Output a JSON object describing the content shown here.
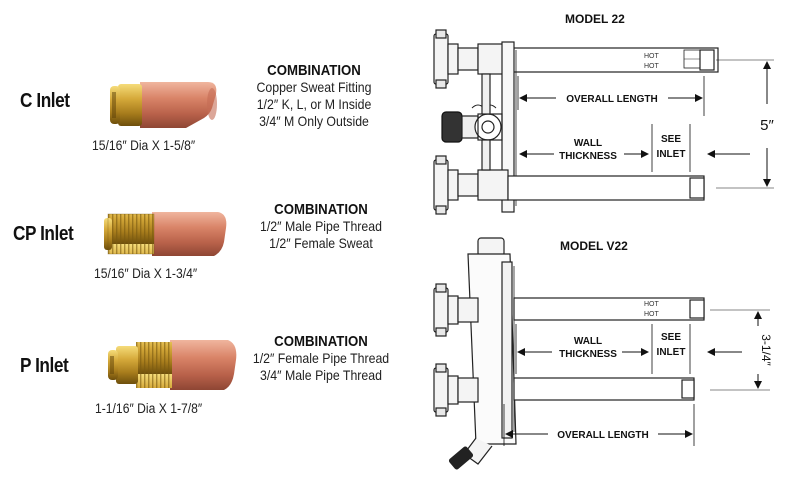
{
  "inlets": [
    {
      "name": "C Inlet",
      "dims": "15/16″ Dia X 1-5/8″",
      "combo_title": "COMBINATION",
      "combo_lines": [
        "Copper Sweat Fitting",
        "1/2″ K, L, or M Inside",
        "3/4″ M Only Outside"
      ]
    },
    {
      "name": "CP Inlet",
      "dims": "15/16″ Dia X 1-3/4″",
      "combo_title": "COMBINATION",
      "combo_lines": [
        "1/2″ Male Pipe Thread",
        "1/2″ Female Sweat"
      ]
    },
    {
      "name": "P Inlet",
      "dims": "1-1/16″ Dia X 1-7/8″",
      "combo_title": "COMBINATION",
      "combo_lines": [
        "1/2″ Female Pipe Thread",
        "3/4″ Male Pipe Thread"
      ]
    }
  ],
  "model22": {
    "title": "MODEL 22",
    "hot_label": "HOT",
    "overall_length": "OVERALL LENGTH",
    "wall_thickness_1": "WALL",
    "wall_thickness_2": "THICKNESS",
    "see_inlet_1": "SEE",
    "see_inlet_2": "INLET",
    "height_dim": "5″"
  },
  "modelV22": {
    "title": "MODEL V22",
    "hot_label": "HOT",
    "overall_length": "OVERALL LENGTH",
    "wall_thickness_1": "WALL",
    "wall_thickness_2": "THICKNESS",
    "see_inlet_1": "SEE",
    "see_inlet_2": "INLET",
    "height_dim": "3-1/4″"
  },
  "colors": {
    "copper": "#c9765e",
    "brass": "#b8902a",
    "line": "#222222"
  }
}
